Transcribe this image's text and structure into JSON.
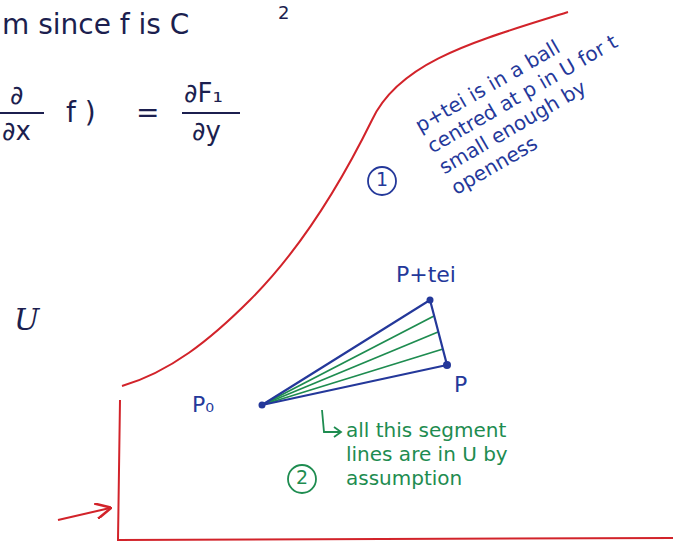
{
  "diagram": {
    "labels": [
      "m since f is C",
      "2",
      "∂",
      "∂x",
      "f )",
      "=",
      "∂F₁",
      "∂y",
      "U",
      "1",
      "p+tei is in a ball centred at p in U for t small enough by openness",
      "P+tei",
      "P₀",
      "P",
      "all this segment lines are in U by assumption",
      "2"
    ]
  }
}
